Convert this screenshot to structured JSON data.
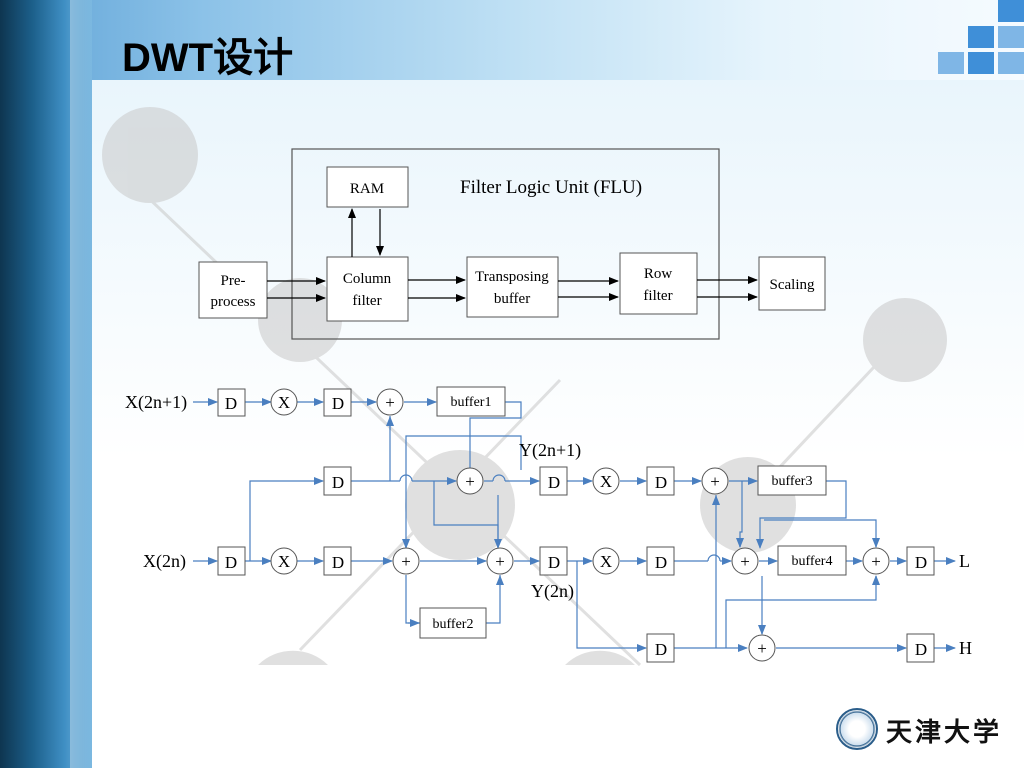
{
  "slide": {
    "title": "DWT设计",
    "logo_text": "天津大学"
  },
  "flu": {
    "title": "Filter Logic Unit (FLU)",
    "blocks": {
      "ram": "RAM",
      "preprocess": [
        "Pre-",
        "process"
      ],
      "column": [
        "Column",
        "filter"
      ],
      "transposing": [
        "Transposing",
        "buffer"
      ],
      "row": [
        "Row",
        "filter"
      ],
      "scaling": "Scaling"
    }
  },
  "dwt": {
    "in_odd": "X(2n+1)",
    "in_even": "X(2n)",
    "y_odd": "Y(2n+1)",
    "y_even": "Y(2n)",
    "out_low": "L",
    "out_high": "H",
    "delay": "D",
    "mult": "X",
    "add": "+",
    "buffer1": "buffer1",
    "buffer2": "buffer2",
    "buffer3": "buffer3",
    "buffer4": "buffer4"
  },
  "colors": {
    "accent": "#3f8fd8",
    "line": "#4a7fc0"
  }
}
